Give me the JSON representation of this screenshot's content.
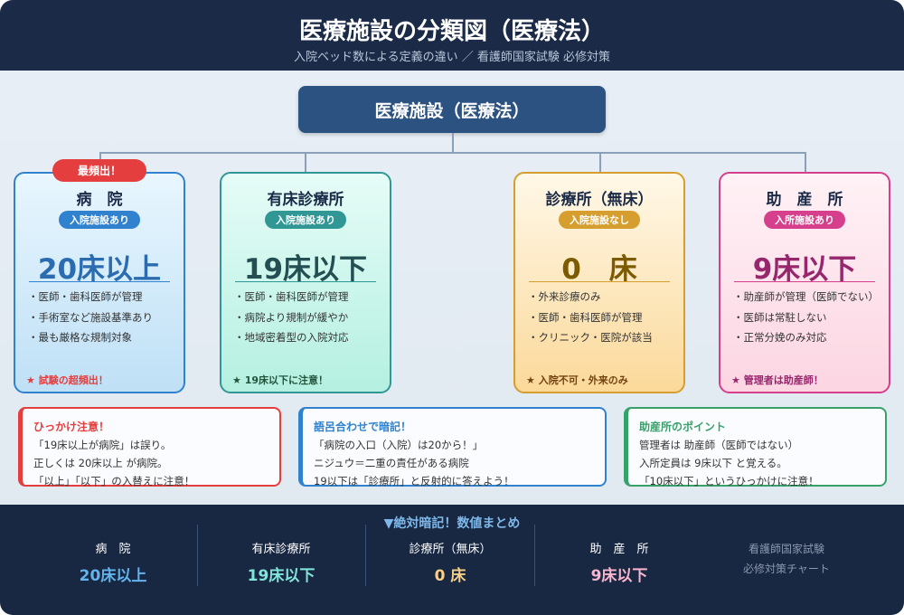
{
  "header": {
    "title": "医療施設の分類図（医療法）",
    "subtitle": "入院ベッド数による定義の違い ／ 看護師国家試験 必修対策"
  },
  "root": {
    "label": "医療施設（医療法）"
  },
  "top_tag": "最頻出！",
  "cards": [
    {
      "name": "病　院",
      "badge": "入院施設あり",
      "beds": "20床以上",
      "bullets": [
        "・医師・歯科医師が管理",
        "・手術室など施設基準あり",
        "・最も厳格な規制対象"
      ],
      "footer": "★ 試験の超頻出！"
    },
    {
      "name": "有床診療所",
      "badge": "入院施設あり",
      "beds": "19床以下",
      "bullets": [
        "・医師・歯科医師が管理",
        "・病院より規制が緩やか",
        "・地域密着型の入院対応"
      ],
      "footer": "★ 19床以下に注意！"
    },
    {
      "name": "診療所（無床）",
      "badge": "入院施設なし",
      "beds": "0　床",
      "bullets": [
        "・外来診療のみ",
        "・医師・歯科医師が管理",
        "・クリニック・医院が該当"
      ],
      "footer": "★ 入院不可・外来のみ"
    },
    {
      "name": "助　産　所",
      "badge": "入所施設あり",
      "beds": "9床以下",
      "bullets": [
        "・助産師が管理（医師でない）",
        "・医師は常駐しない",
        "・正常分娩のみ対応"
      ],
      "footer": "★ 管理者は助産師！"
    }
  ],
  "notes": [
    {
      "title": "ひっかけ注意！",
      "lines": [
        "「19床以上が病院」は誤り。",
        "正しくは 20床以上 が病院。",
        "「以上」「以下」の入替えに注意！"
      ]
    },
    {
      "title": "語呂合わせで暗記！",
      "lines": [
        "「病院の入口（入院）は20から！」",
        "ニジュウ＝二重の責任がある病院",
        "19以下は「診療所」と反射的に答えよう！"
      ]
    },
    {
      "title": "助産所のポイント",
      "lines": [
        "管理者は 助産師（医師ではない）",
        "入所定員は 9床以下 と覚える。",
        "「10床以下」というひっかけに注意！"
      ]
    }
  ],
  "summary": {
    "title": "▼絶対暗記！数値まとめ",
    "items": [
      {
        "name": "病　院",
        "value": "20床以上"
      },
      {
        "name": "有床診療所",
        "value": "19床以下"
      },
      {
        "name": "診療所（無床）",
        "value": "0 床"
      },
      {
        "name": "助　産　所",
        "value": "9床以下"
      }
    ],
    "footer": [
      "看護師国家試験",
      "必修対策チャート"
    ]
  },
  "colors": {
    "hospital": "#3182ce",
    "clinic_beds": "#319795",
    "clinic": "#d69e2e",
    "midwife": "#d53f8c"
  }
}
